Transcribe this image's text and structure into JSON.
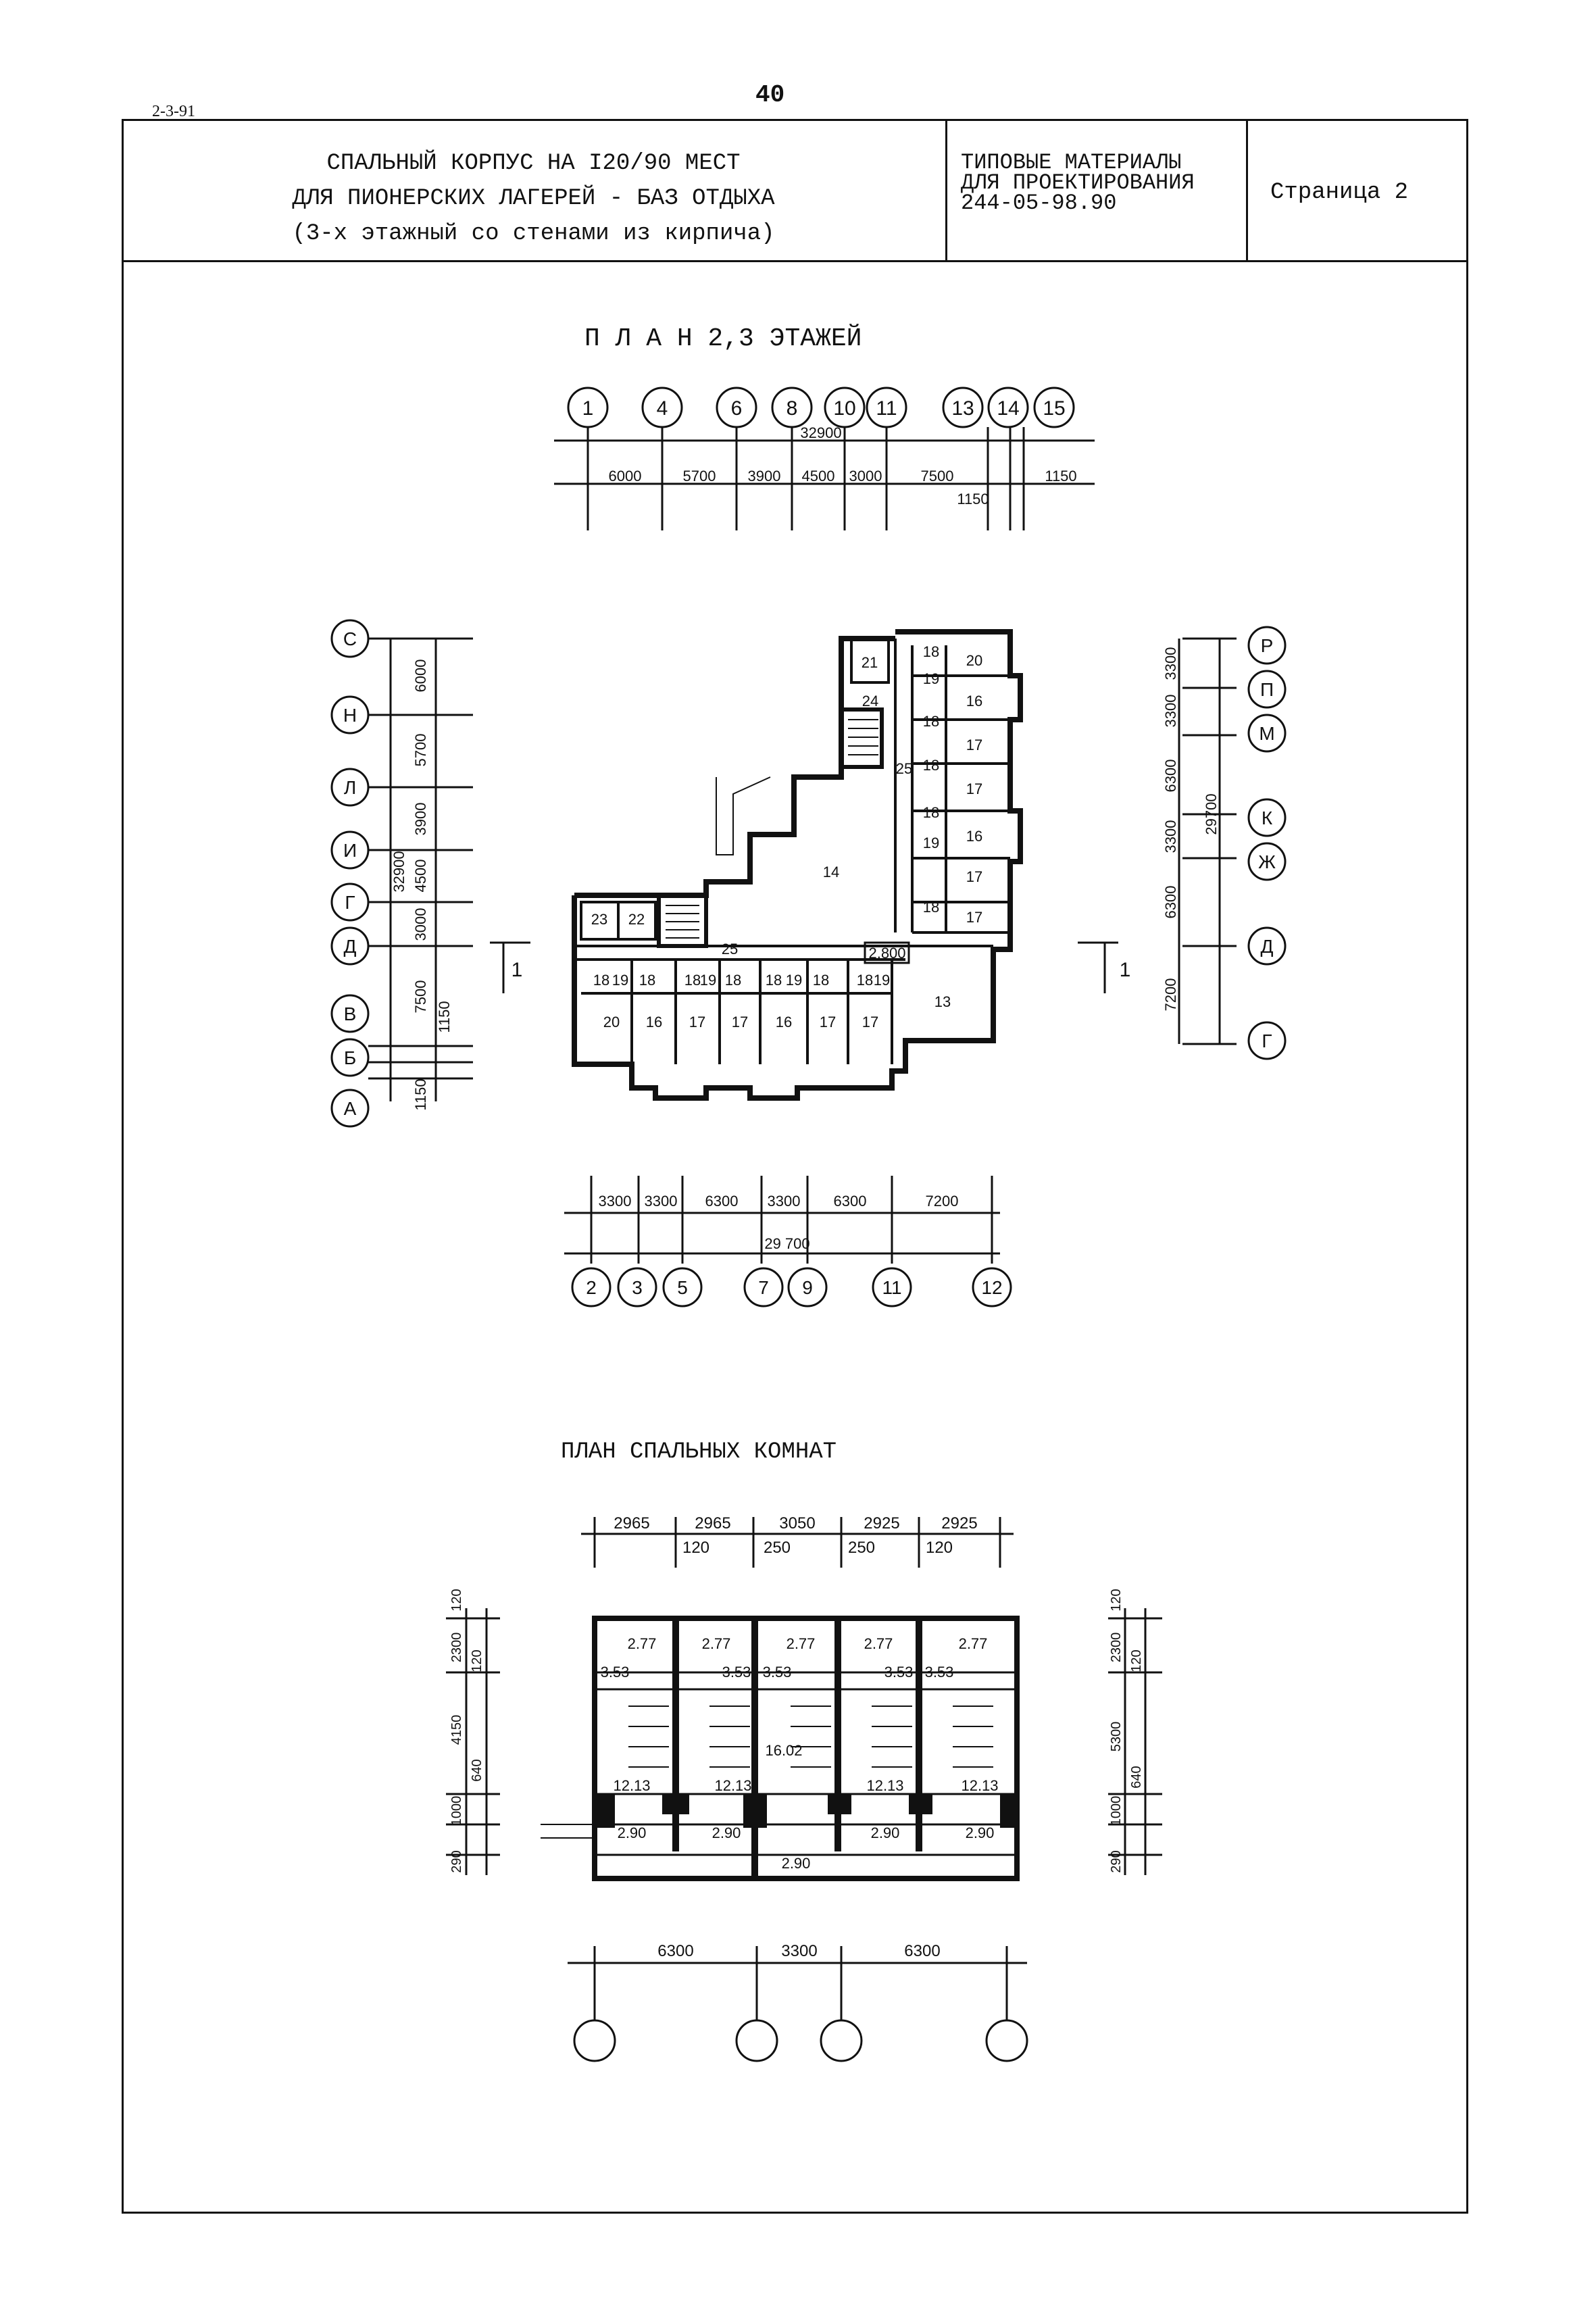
{
  "page": {
    "number": "40",
    "series_code": "2-3-91"
  },
  "header": {
    "title_lines": [
      "СПАЛЬНЫЙ КОРПУС НА I20/90 МЕСТ",
      "ДЛЯ ПИОНЕРСКИХ ЛАГЕРЕЙ - БАЗ ОТДЫХА",
      "(3-х этажный со стенами из кирпича)"
    ],
    "series_lines": [
      "ТИПОВЫЕ МАТЕРИАЛЫ",
      "ДЛЯ ПРОЕКТИРОВАНИЯ",
      "244-05-98.90"
    ],
    "page_label": "Страница  2"
  },
  "plan1": {
    "title": "П Л А Н  2,3 ЭТАЖЕЙ",
    "top_axes": [
      "1",
      "4",
      "6",
      "8",
      "10",
      "11",
      "13",
      "14",
      "15"
    ],
    "top_total": "32900",
    "top_dims": [
      "6000",
      "5700",
      "3900",
      "4500",
      "3000",
      "7500",
      "1150",
      "1150"
    ],
    "left_axes": [
      "С",
      "Н",
      "Л",
      "И",
      "Г",
      "Д",
      "В",
      "Б",
      "А"
    ],
    "left_dims": [
      "6000",
      "5700",
      "3900",
      "4500",
      "3000",
      "7500",
      "1150",
      "1150"
    ],
    "left_total": "32900",
    "right_axes": [
      "Р",
      "П",
      "М",
      "К",
      "Ж",
      "Д",
      "Г"
    ],
    "right_dims": [
      "3300",
      "3300",
      "6300",
      "3300",
      "6300",
      "7200"
    ],
    "right_total": "29700",
    "bottom_axes": [
      "2",
      "3",
      "5",
      "7",
      "9",
      "11",
      "12"
    ],
    "bottom_dims": [
      "3300",
      "3300",
      "6300",
      "3300",
      "6300",
      "7200"
    ],
    "bottom_total": "29 700",
    "section_mark": "1",
    "level": "2.800",
    "rooms": {
      "n13": "13",
      "n14": "14",
      "n16": "16",
      "n17": "17",
      "n18": "18",
      "n19": "19",
      "n20": "20",
      "n21": "21",
      "n22": "22",
      "n23": "23",
      "n24": "24",
      "n25": "25"
    }
  },
  "plan2": {
    "title": "ПЛАН СПАЛЬНЫХ КОМНАТ",
    "top_dims": [
      "2965",
      "2965",
      "3050",
      "2925",
      "2925"
    ],
    "top_sub": [
      "120",
      "250",
      "250",
      "120"
    ],
    "bottom_dims": [
      "6300",
      "3300",
      "6300"
    ],
    "left_dims": [
      "120",
      "2300",
      "120",
      "4150",
      "640",
      "1000",
      "290"
    ],
    "right_dims": [
      "120",
      "2300",
      "120",
      "5300",
      "640",
      "1000",
      "290"
    ],
    "labels": {
      "a277": "2.77",
      "a353": "3.53",
      "a1213": "12.13",
      "a1602": "16.02",
      "a290": "2.90"
    }
  }
}
